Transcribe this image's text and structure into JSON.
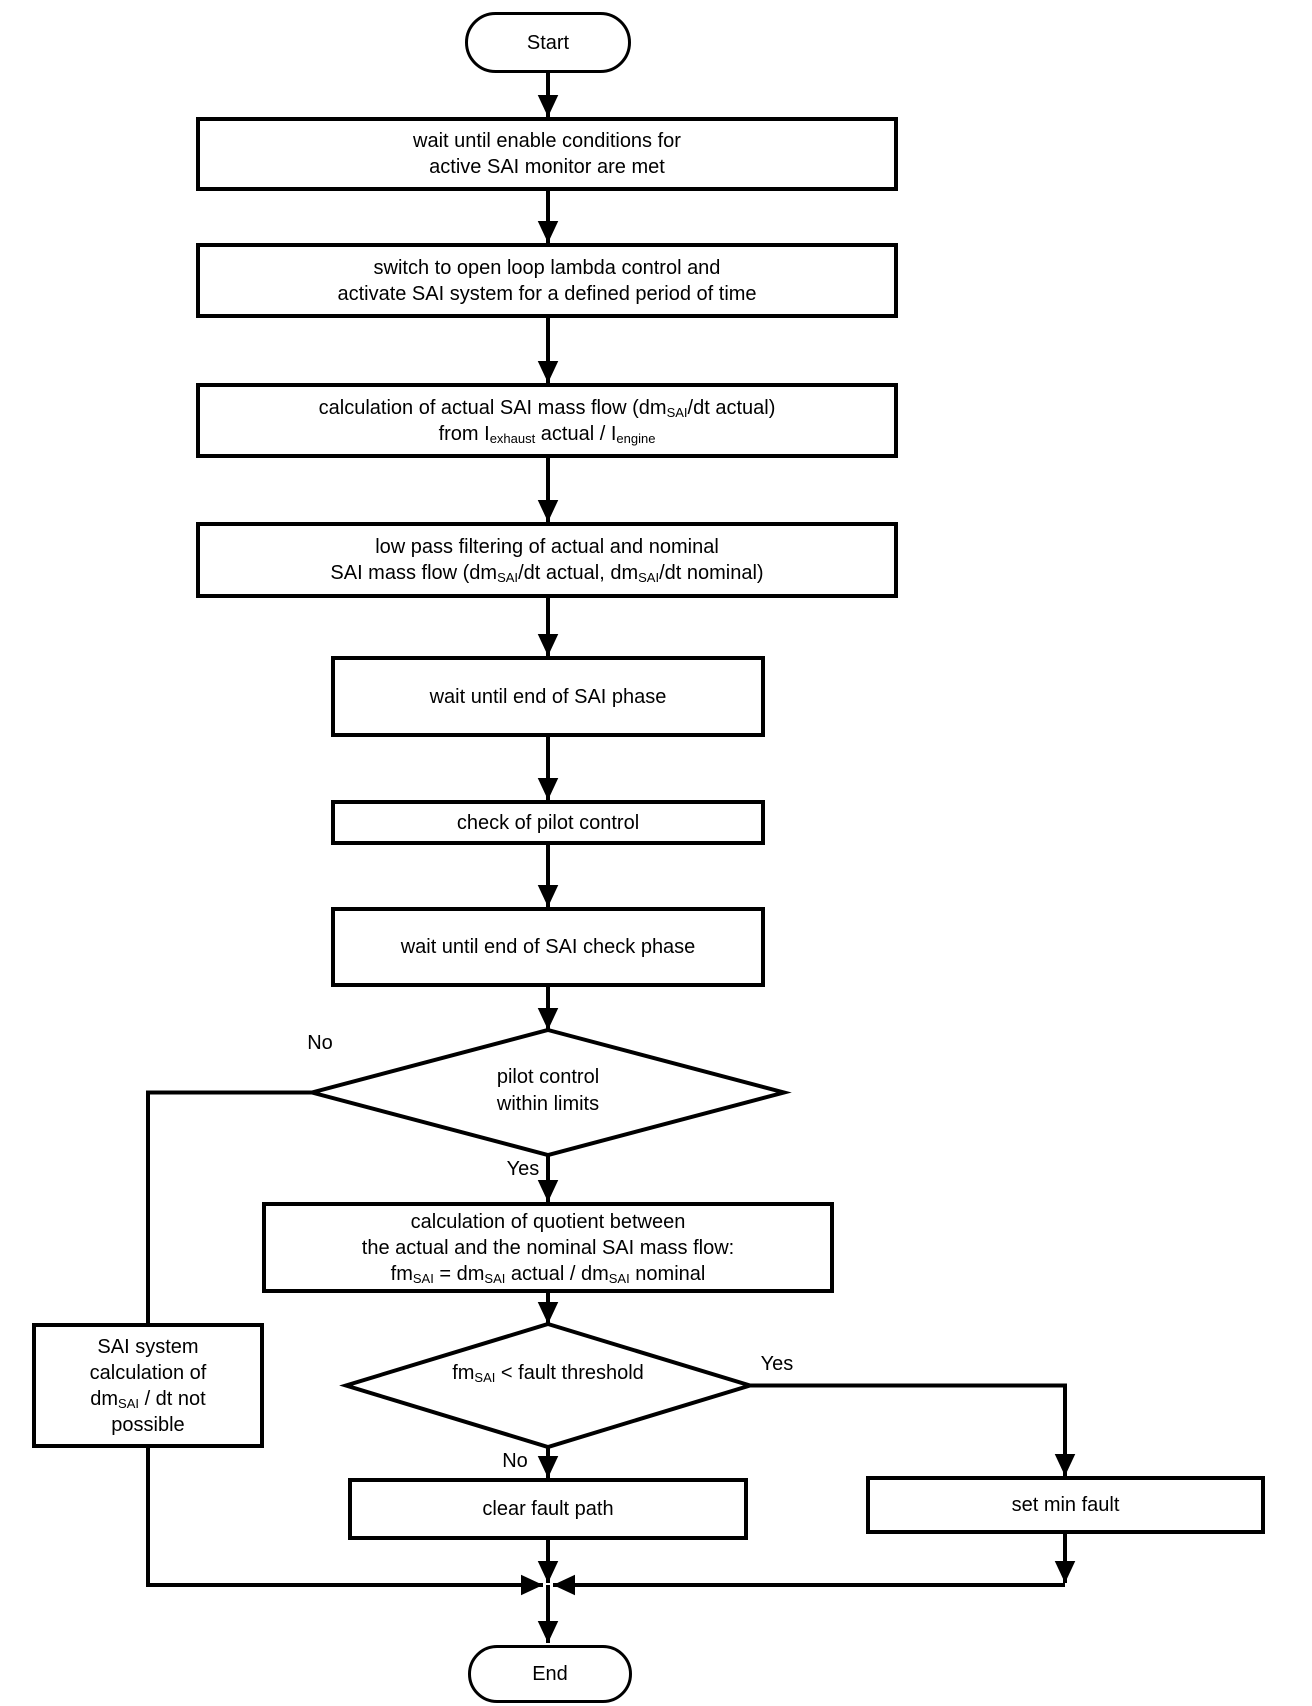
{
  "diagram": {
    "type": "flowchart",
    "background": "#ffffff",
    "stroke_color": "#000000",
    "nodes": {
      "start": {
        "shape": "terminator",
        "label": "Start"
      },
      "wait_enable": {
        "shape": "process",
        "lines": [
          "wait until enable conditions for",
          "active SAI monitor are met"
        ]
      },
      "switch_open_loop": {
        "shape": "process",
        "lines": [
          "switch to open loop lambda control and",
          "activate SAI system for a defined period of time"
        ]
      },
      "calc_actual_flow": {
        "shape": "process",
        "lines": [
          "calculation of actual SAI mass flow (dm{SAI}/dt actual)",
          "from I{exhaust} actual / I{engine}"
        ]
      },
      "low_pass_filter": {
        "shape": "process",
        "lines": [
          "low pass filtering of actual and nominal",
          "SAI mass flow (dm{SAI}/dt actual, dm{SAI}/dt nominal)"
        ]
      },
      "wait_end_sai": {
        "shape": "process",
        "lines": [
          "wait until end of SAI phase"
        ]
      },
      "check_pilot": {
        "shape": "process",
        "lines": [
          "check of pilot control"
        ]
      },
      "wait_end_check": {
        "shape": "process",
        "lines": [
          "wait until end of SAI check phase"
        ]
      },
      "pilot_within_limits": {
        "shape": "decision",
        "lines": [
          "pilot control",
          "within limits"
        ]
      },
      "calc_quotient": {
        "shape": "process",
        "lines": [
          "calculation of quotient between",
          "the actual and the nominal SAI mass flow:",
          "fm{SAI} = dm{SAI} actual / dm{SAI} nominal"
        ]
      },
      "fault_threshold": {
        "shape": "decision",
        "lines": [
          "fm{SAI} < fault threshold"
        ]
      },
      "sai_not_possible": {
        "shape": "process",
        "lines": [
          "SAI system",
          "calculation of",
          "dm{SAI} / dt not",
          "possible"
        ]
      },
      "clear_fault_path": {
        "shape": "process",
        "lines": [
          "clear fault path"
        ]
      },
      "set_min_fault": {
        "shape": "process",
        "lines": [
          "set min fault"
        ]
      },
      "end": {
        "shape": "terminator",
        "label": "End"
      }
    },
    "edge_labels": {
      "pilot_no": "No",
      "pilot_yes": "Yes",
      "threshold_yes": "Yes",
      "threshold_no": "No"
    }
  }
}
